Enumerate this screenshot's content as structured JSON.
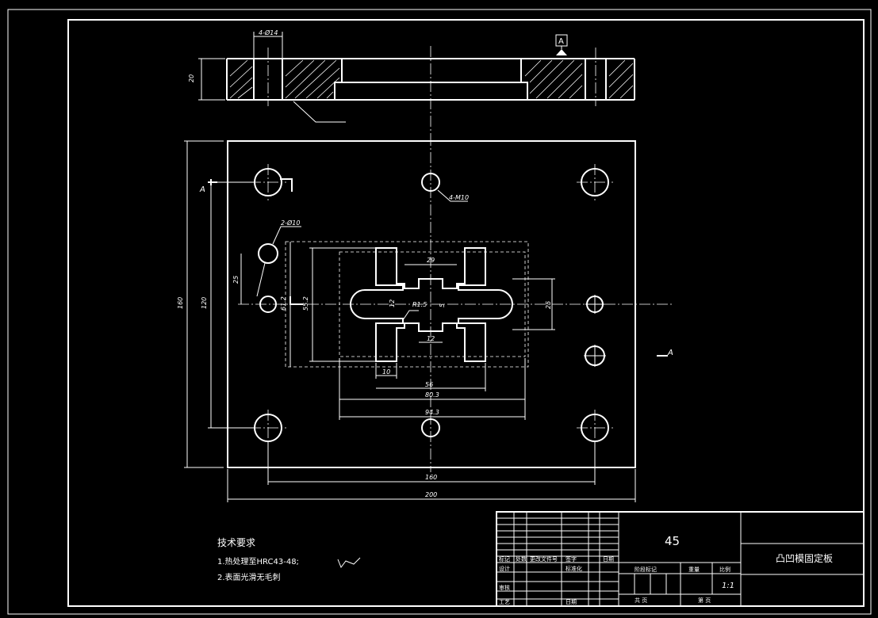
{
  "drawing": {
    "section_dims": {
      "holes": "4-Ø14",
      "thickness": "20",
      "datum": "A"
    },
    "plan_dims": {
      "m10": "4-M10",
      "pin": "2-Ø10",
      "pin_gap": "25",
      "height_outer": "160",
      "height_inner": "120",
      "opening_v1": "61.2",
      "opening_v2": "55.2",
      "slot_top": "29",
      "slot_bottom": "12",
      "radius": "R1.5",
      "neck_left": "12",
      "neck_mid": "5",
      "neck_right": "25",
      "leg": "10",
      "w56": "56",
      "w80": "80.3",
      "w94": "94.3",
      "width_inner": "160",
      "width_outer": "200",
      "sect_left": "A",
      "sect_right": "A"
    },
    "requirements": {
      "title": "技术要求",
      "item1": "1.热处理至HRC43-48;",
      "item2": "2.表面光滑无毛刺"
    },
    "title_block": {
      "material": "45",
      "part_name": "凸凹模固定板",
      "scale": "1:1",
      "h_marks": "标记",
      "h_count": "处数",
      "h_zone": "更改文件号",
      "h_sign": "签字",
      "h_date": "日期",
      "design": "设计",
      "standard": "标准化",
      "review": "审核",
      "craft": "工艺",
      "approve": "日期",
      "stage": "阶段标记",
      "weight": "重量",
      "ratio": "比例",
      "sheets": "共  页",
      "sheet": "第  页"
    }
  }
}
